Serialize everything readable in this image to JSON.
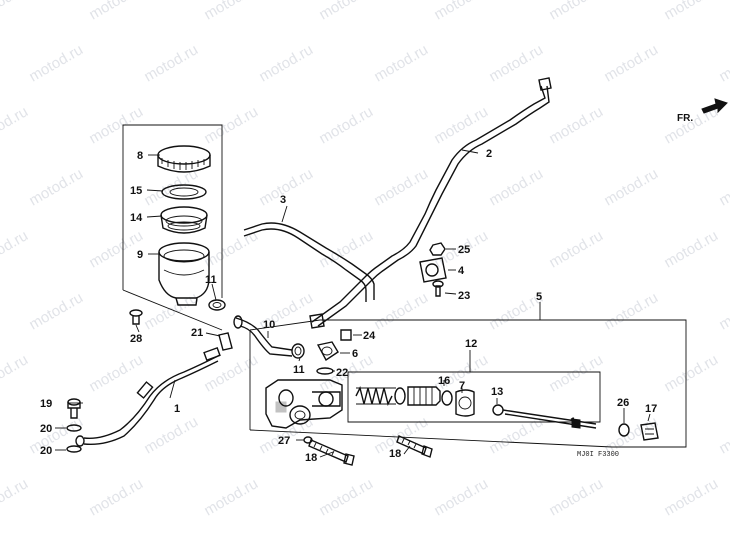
{
  "watermark": "motod.ru",
  "direction_label": "FR.",
  "diagram_code": "MJ0I F3300",
  "callouts": {
    "c1a": "1",
    "c1b": "1",
    "c2": "2",
    "c3": "3",
    "c4": "4",
    "c5": "5",
    "c6": "6",
    "c7": "7",
    "c8": "8",
    "c9": "9",
    "c10": "10",
    "c11a": "11",
    "c11b": "11",
    "c12": "12",
    "c13": "13",
    "c14": "14",
    "c15": "15",
    "c16": "16",
    "c17": "17",
    "c18a": "18",
    "c18b": "18",
    "c19": "19",
    "c20a": "20",
    "c20b": "20",
    "c21": "21",
    "c22": "22",
    "c23": "23",
    "c24": "24",
    "c25": "25",
    "c26": "26",
    "c27": "27",
    "c28": "28"
  },
  "colors": {
    "ink": "#111111",
    "watermark": "#c9cdd6",
    "background": "#ffffff"
  }
}
